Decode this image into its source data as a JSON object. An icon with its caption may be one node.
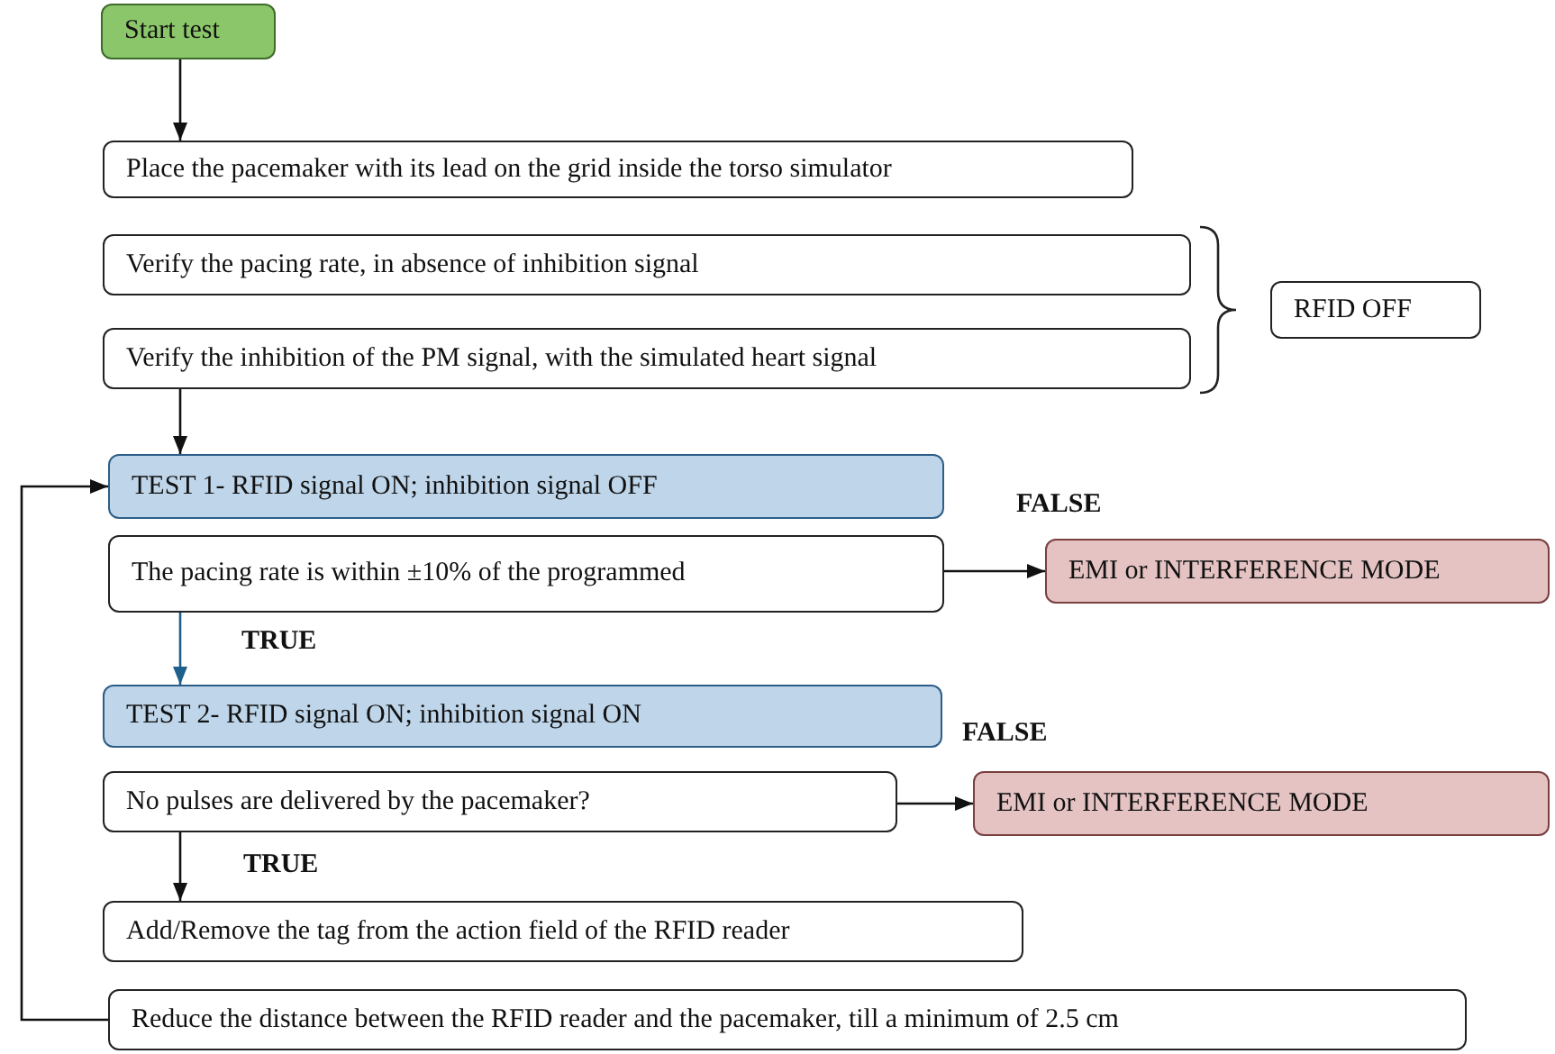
{
  "diagram": {
    "nodes": [
      {
        "text": [
          "Start test"
        ]
      },
      {
        "text": [
          "Place the pacemaker with its lead on the grid inside the torso simulator"
        ]
      },
      {
        "text": [
          "Verify the pacing rate, in absence of inhibition signal"
        ]
      },
      {
        "text": [
          "Verify the inhibition of the PM signal, with the simulated heart signal"
        ]
      },
      {
        "text": [
          "RFID OFF"
        ]
      },
      {
        "text": [
          "TEST 1- RFID signal ON; inhibition signal OFF"
        ]
      },
      {
        "text": [
          "The pacing rate is within ±10% of the programmed"
        ]
      },
      {
        "text": [
          "EMI or INTERFERENCE MODE"
        ]
      },
      {
        "text": [
          "TEST 2- RFID signal ON; inhibition signal ON"
        ]
      },
      {
        "text": [
          "No pulses are delivered by the pacemaker?"
        ]
      },
      {
        "text": [
          "EMI or INTERFERENCE MODE"
        ]
      },
      {
        "text": [
          "Add/Remove the tag from the action field of the RFID reader"
        ]
      },
      {
        "text": [
          "Reduce the distance between the RFID reader and the pacemaker, till a minimum of 2.5 cm"
        ]
      }
    ],
    "edges": [
      {
        "from": 0,
        "to": 1,
        "arrow": "to"
      },
      {
        "from": 3,
        "to": 5,
        "arrow": "to"
      },
      {
        "from": 6,
        "to": 7,
        "arrow": "to",
        "label": "FALSE"
      },
      {
        "from": 6,
        "to": 8,
        "arrow": "to",
        "label": "TRUE",
        "color": "#1f5f8b"
      },
      {
        "from": 9,
        "to": 10,
        "arrow": "to",
        "label": "FALSE"
      },
      {
        "from": 9,
        "to": 11,
        "arrow": "to",
        "label": "TRUE"
      },
      {
        "from": 12,
        "to": 5,
        "arrow": "to"
      }
    ]
  }
}
